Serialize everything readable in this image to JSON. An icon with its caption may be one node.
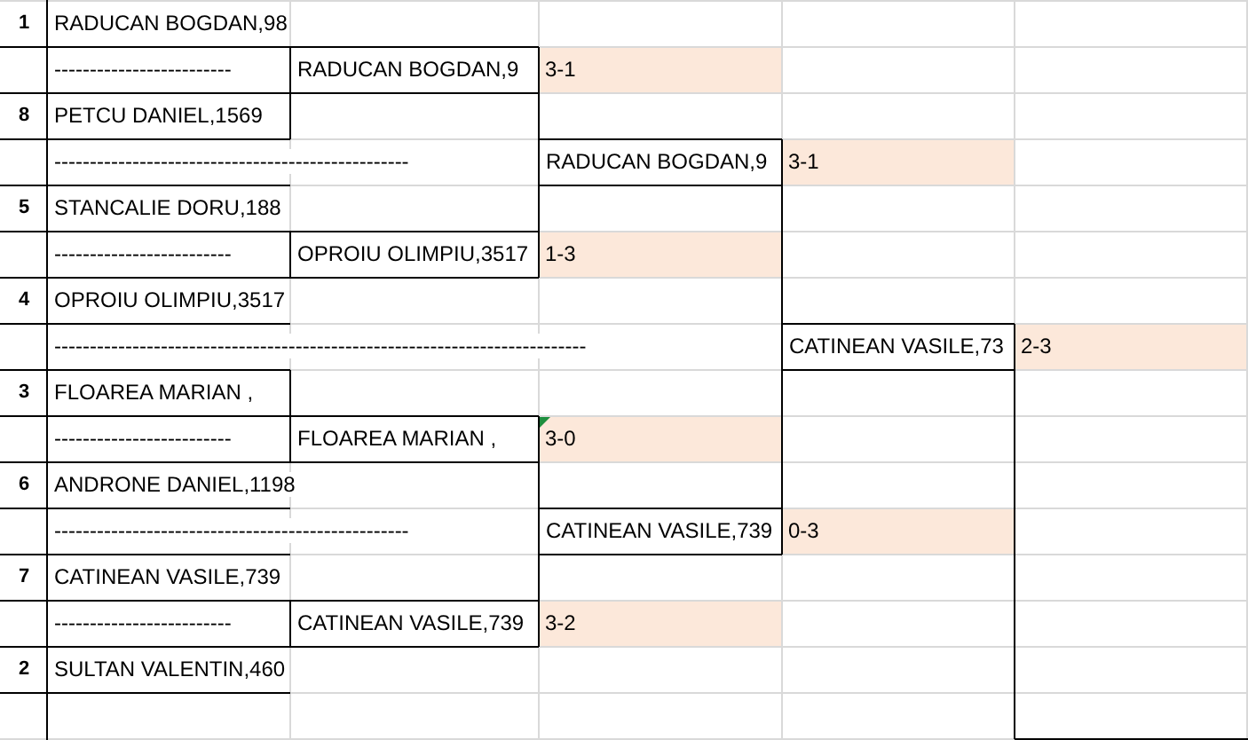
{
  "diagram": {
    "labels": [
      "1",
      "RADUCAN BOGDAN,98",
      "-------------------------",
      "RADUCAN BOGDAN,9",
      "3-1",
      "8",
      "PETCU DANIEL,1569",
      "--------------------------------------------------",
      "RADUCAN BOGDAN,9",
      "3-1",
      "5",
      "STANCALIE DORU,188",
      "-------------------------",
      "OPROIU OLIMPIU,3517",
      "1-3",
      "4",
      "OPROIU OLIMPIU,3517",
      "---------------------------------------------------------------------------",
      "CATINEAN VASILE,73",
      "2-3",
      "3",
      "FLOAREA MARIAN ,",
      "-------------------------",
      "FLOAREA MARIAN ,",
      "3-0",
      "6",
      "ANDRONE DANIEL,1198",
      "--------------------------------------------------",
      "CATINEAN VASILE,739",
      "0-3",
      "7",
      "CATINEAN VASILE,739",
      "-------------------------",
      "CATINEAN VASILE,739",
      "3-2",
      "2",
      "SULTAN VALENTIN,460"
    ]
  }
}
